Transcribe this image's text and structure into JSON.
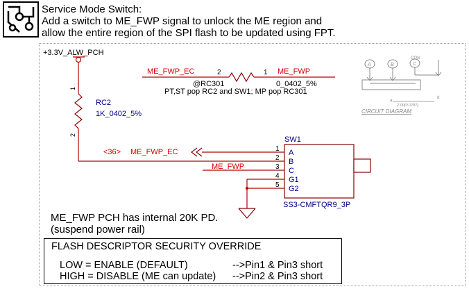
{
  "header": {
    "line1": "Service Mode Switch:",
    "line2": "Add a switch to ME_FWP signal to unlock the ME region and",
    "line3": "allow the entire region of the SPI flash to be updated using FPT."
  },
  "schematic": {
    "power_rail": "+3.3V_ALW_PCH",
    "resistor_rc2": {
      "ref": "RC2",
      "value": "1K_0402_5%",
      "pin_top": "1",
      "pin_bottom": "2"
    },
    "resistor_rc301": {
      "net_left": "ME_FWP_EC",
      "pin_left": "2",
      "pin_right": "1",
      "net_right": "ME_FWP",
      "ref": "@RC301",
      "value": "0_0402_5%",
      "note": "PT,ST pop RC2 and SW1; MP pop RC301"
    },
    "offpage": {
      "tag": "<36>",
      "net": "ME_FWP_EC"
    },
    "me_fwp_net": "ME_FWP",
    "switch": {
      "ref": "SW1",
      "part": "SS3-CMFTQR9_3P",
      "pins": [
        {
          "num": "1",
          "name": "A"
        },
        {
          "num": "2",
          "name": "B"
        },
        {
          "num": "3",
          "name": "C"
        },
        {
          "num": "4",
          "name": "G1"
        },
        {
          "num": "5",
          "name": "G2"
        }
      ]
    },
    "circuit_diagram": {
      "caption": "CIRCUIT  DIAGRAM",
      "label_a": "A",
      "label_b": "B",
      "label_c": "C",
      "label_con": "CON",
      "dim_a": "a",
      "dim_b": "b",
      "dim_text": "2.00(0.0787)"
    }
  },
  "notes": {
    "line1": "ME_FWP PCH has internal 20K PD.",
    "line2": "(suspend power rail)"
  },
  "override_table": {
    "title": "FLASH DESCRIPTOR SECURITY OVERRIDE",
    "rows": [
      {
        "setting": "LOW = ENABLE (DEFAULT)",
        "result": "-->Pin1 & Pin3 short"
      },
      {
        "setting": "HIGH = DISABLE (ME can update)",
        "result": "-->Pin2 & Pin3 short"
      }
    ]
  },
  "colors": {
    "wire": "#b30000",
    "net_label": "#d40000",
    "part_text": "#000080",
    "component": "#8b0000"
  }
}
